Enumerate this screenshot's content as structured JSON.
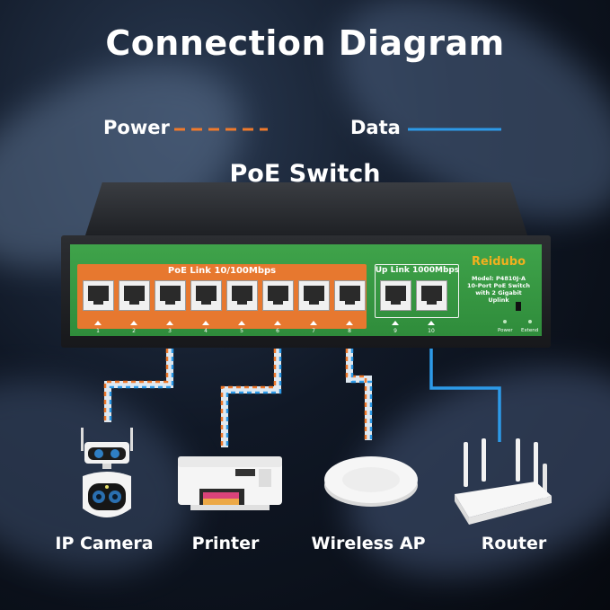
{
  "title": "Connection Diagram",
  "legend": {
    "power_label": "Power",
    "data_label": "Data",
    "power_color": "#f07a2c",
    "data_color": "#2d9ae8"
  },
  "switch": {
    "label": "PoE Switch",
    "poe_group_label": "PoE Link 10/100Mbps",
    "uplink_group_label": "Up Link 1000Mbps",
    "brand": "Reidubo",
    "model_line": "Model: P4810J-A",
    "desc_line1": "10-Port PoE Switch",
    "desc_line2": "with 2 Gigabit Uplink",
    "led_power": "Power",
    "led_extend": "Extend",
    "port_numbers": [
      "1",
      "2",
      "3",
      "4",
      "5",
      "6",
      "7",
      "8",
      "9",
      "10"
    ]
  },
  "devices": [
    {
      "label": "IP Camera",
      "icon": "ip-camera-icon",
      "link": "power+data"
    },
    {
      "label": "Printer",
      "icon": "printer-icon",
      "link": "power+data"
    },
    {
      "label": "Wireless AP",
      "icon": "wireless-ap-icon",
      "link": "power+data"
    },
    {
      "label": "Router",
      "icon": "router-icon",
      "link": "data"
    }
  ]
}
